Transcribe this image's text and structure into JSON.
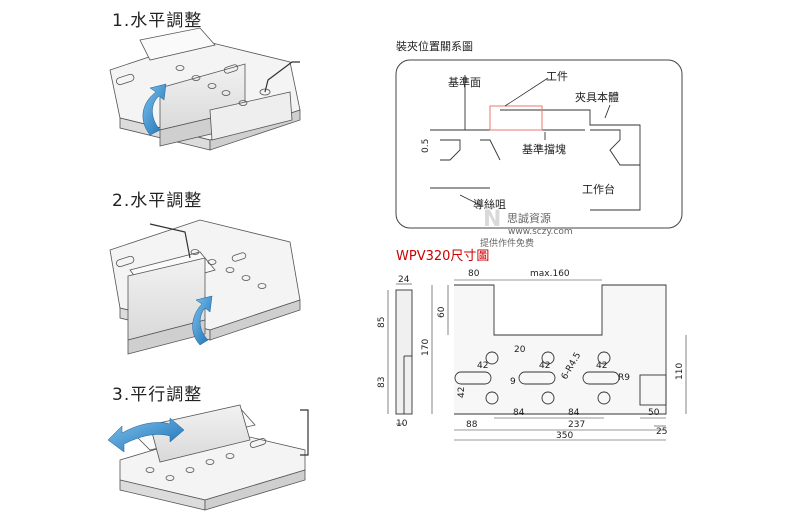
{
  "steps": [
    {
      "label": "1.水平調整"
    },
    {
      "label": "2.水平調整"
    },
    {
      "label": "3.平行調整"
    }
  ],
  "relation": {
    "title": "裝夾位置關系圖",
    "labels": {
      "workpiece": "工件",
      "datum_face": "基準面",
      "fixture_body": "夾具本體",
      "datum_stop": "基準擋塊",
      "guide_rail": "導絲咀",
      "table": "工作台",
      "gap": "0.5"
    }
  },
  "watermark": {
    "name": "思誠資源",
    "site": "www.sczy.com",
    "tagline": "提供作件免费"
  },
  "dimension_drawing": {
    "title": "WPV320尺寸圖",
    "dims": {
      "d24": "24",
      "d80": "80",
      "max160": "max.160",
      "d60": "60",
      "d85": "85",
      "d170": "170",
      "d20": "20",
      "d42a": "42",
      "d42b": "42",
      "d42c": "42",
      "d9": "9",
      "r45": "6-R4.5",
      "r9": "R9",
      "d83": "83",
      "d110": "110",
      "d84a": "84",
      "d84b": "84",
      "d50": "50",
      "d10": "10",
      "d88": "88",
      "d237": "237",
      "d25": "25",
      "d350": "350"
    }
  },
  "colors": {
    "arrow": "#1f7fc4",
    "line": "#333333",
    "highlight": "#e87a6a",
    "watermark": "#c9c9c9",
    "title_red": "#cc0000"
  }
}
